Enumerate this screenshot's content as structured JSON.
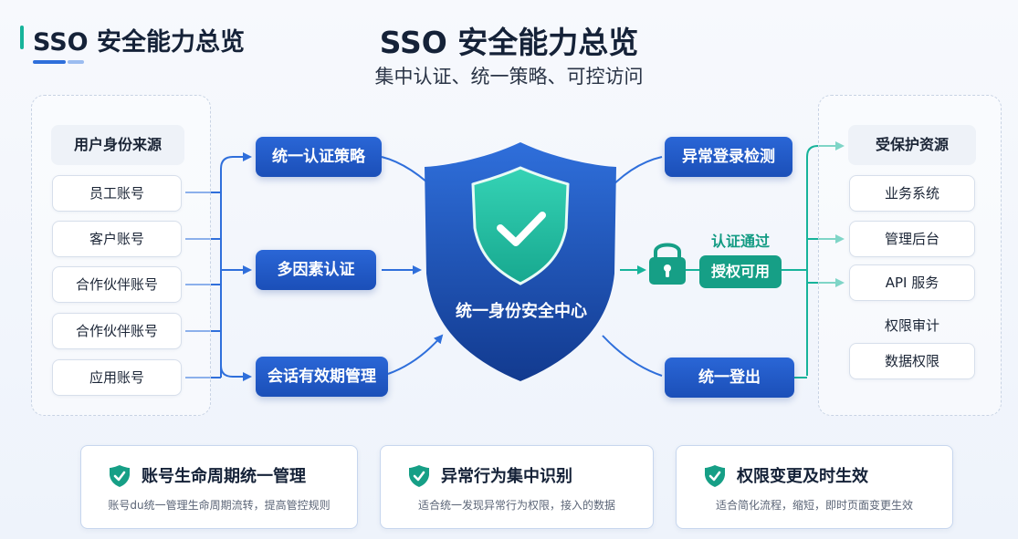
{
  "header": {
    "corner_title": "SSO 安全能力总览",
    "main_title": "SSO 安全能力总览",
    "subtitle": "集中认证、统一策略、可控访问"
  },
  "left_panel": {
    "heading": "用户身份来源",
    "items": [
      "员工账号",
      "客户账号",
      "合作伙伴账号",
      "合作伙伴账号",
      "应用账号"
    ]
  },
  "left_flows": [
    "统一认证策略",
    "多因素认证",
    "会话有效期管理"
  ],
  "center": {
    "label": "统一身份安全中心"
  },
  "right_flows": {
    "top": "异常登录检测",
    "auth_passed": "认证通过",
    "grant": "授权可用",
    "bottom": "统一登出"
  },
  "right_panel": {
    "heading": "受保护资源",
    "items": [
      "业务系统",
      "管理后台",
      "API 服务"
    ],
    "plain_label": "权限审计",
    "last_item": "数据权限"
  },
  "cards": [
    {
      "title": "账号生命周期统一管理",
      "desc": "账号du统一管理生命周期流转，提高管控规则"
    },
    {
      "title": "异常行为集中识别",
      "desc": "适合统一发现异常行为权限，接入的数据"
    },
    {
      "title": "权限变更及时生效",
      "desc": "适合简化流程，缩短，即时页面变更生效"
    }
  ],
  "colors": {
    "primary_blue": "#1b4fb8",
    "shield_dark": "#173f9a",
    "teal": "#169f86",
    "arrow_blue": "#2f6fdb",
    "arrow_teal": "#16b39a"
  },
  "icons": {
    "center": "shield-check-icon",
    "lock": "lock-icon",
    "card": "shield-check-icon"
  }
}
